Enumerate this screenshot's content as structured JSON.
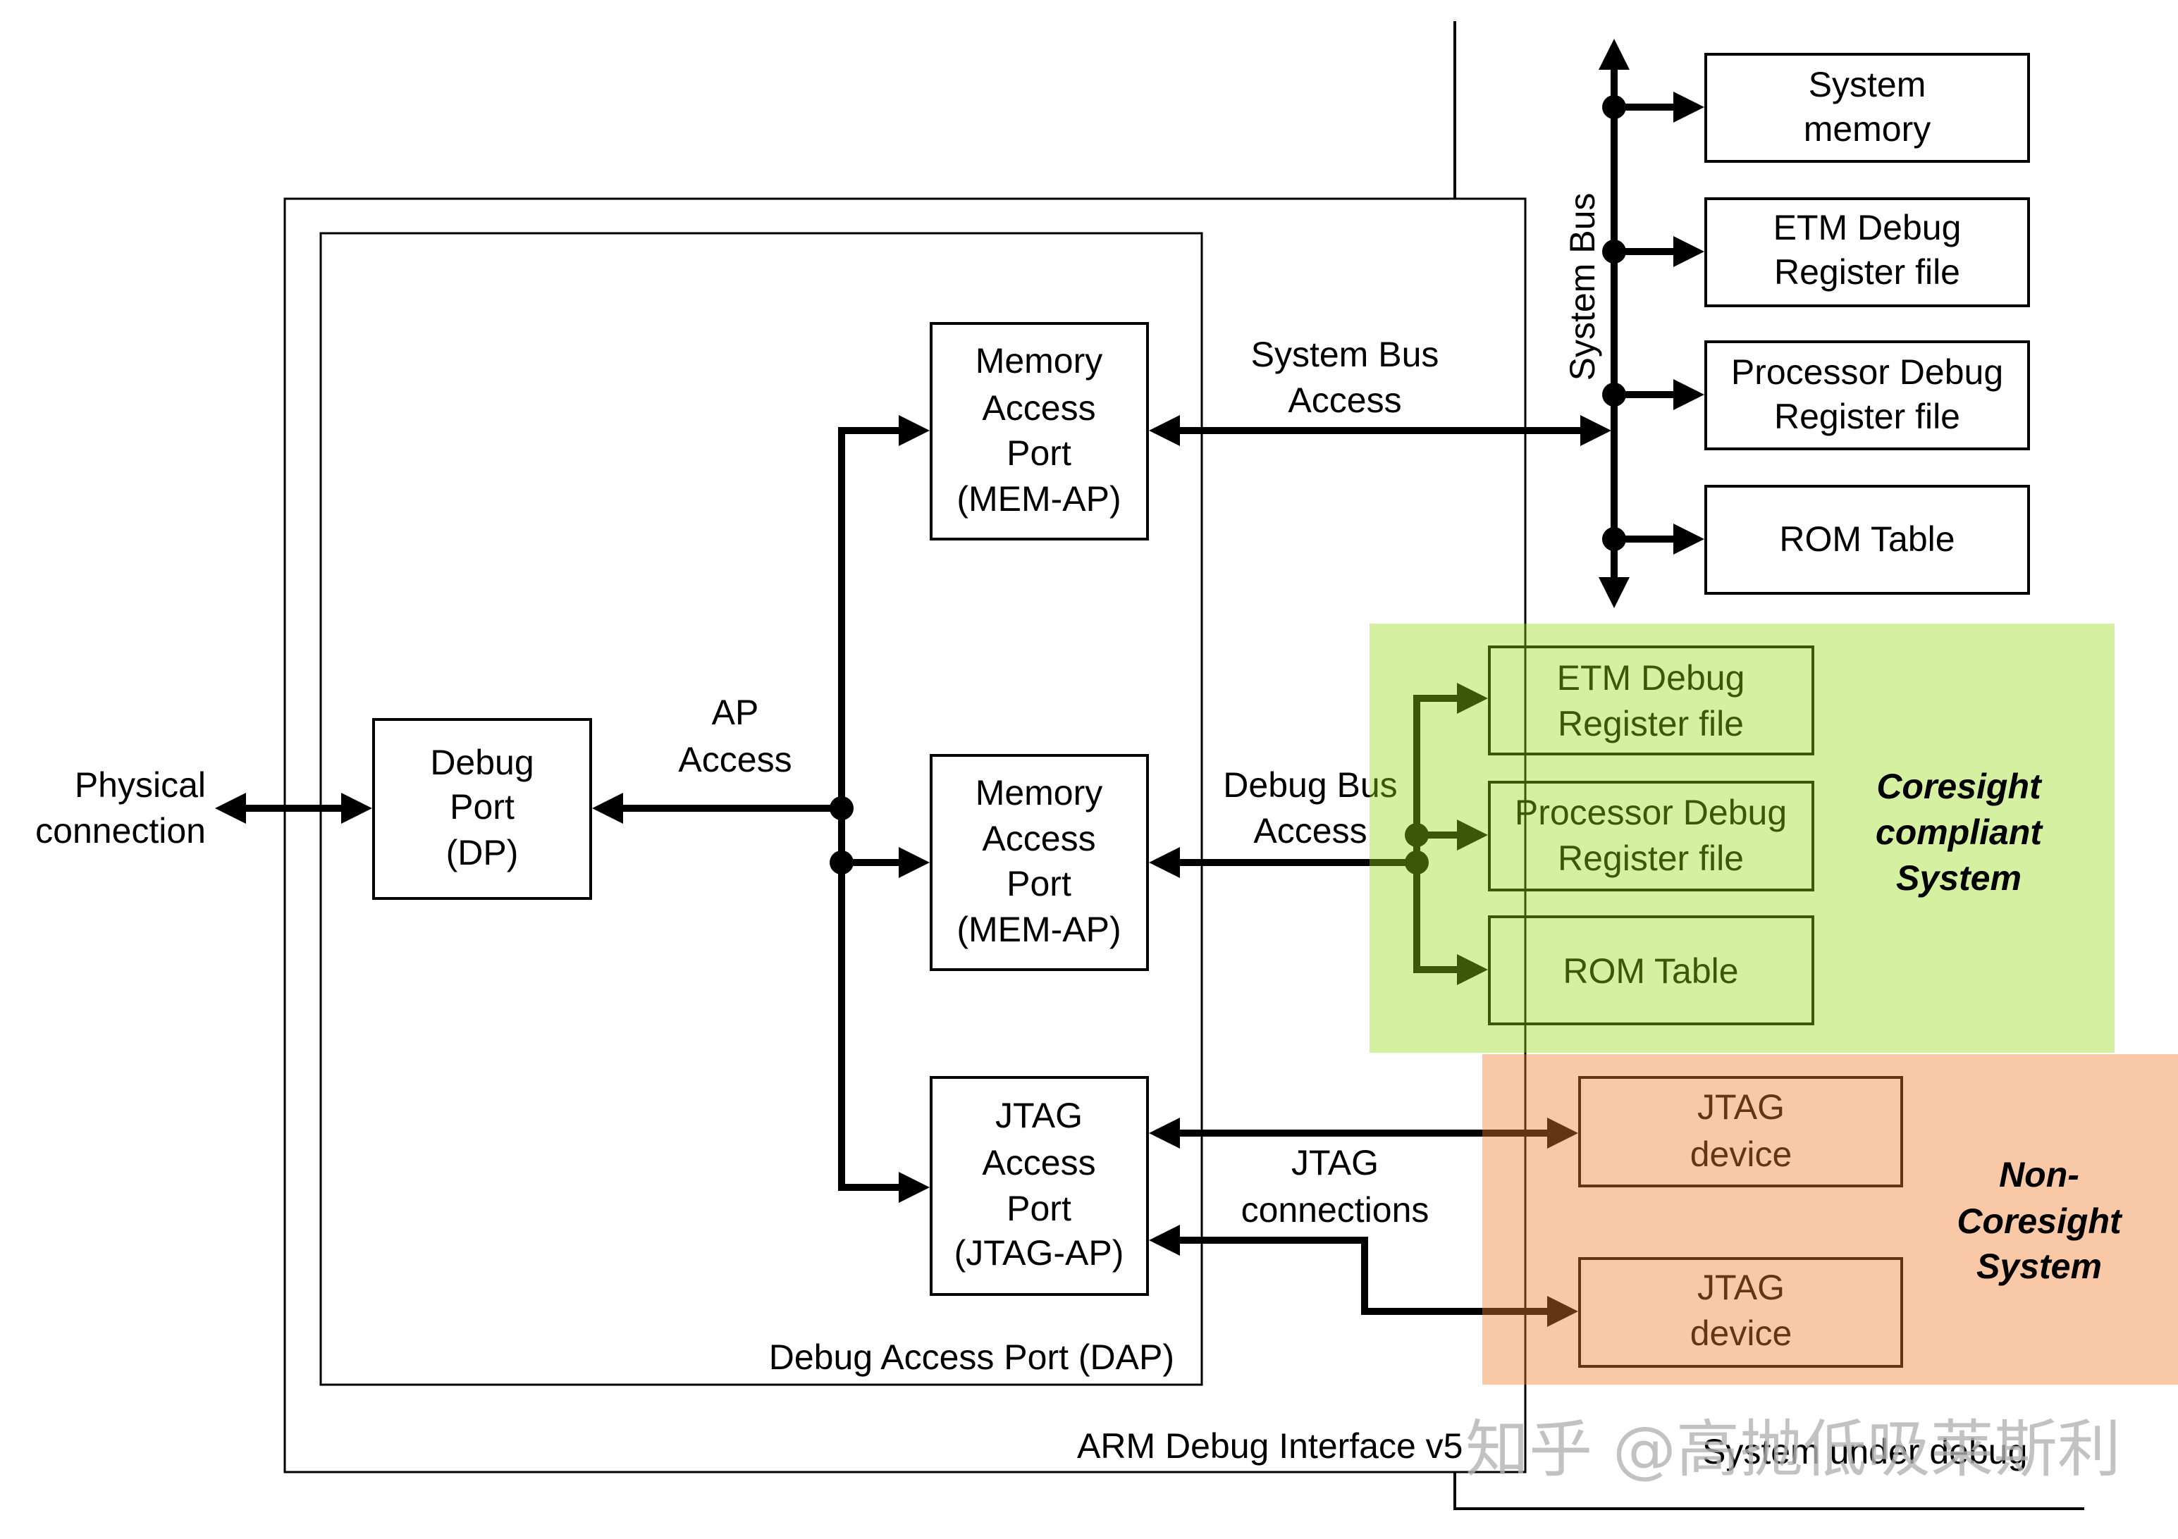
{
  "diagram": {
    "outer_frame_label": "ARM Debug Interface v5",
    "dap_label": "Debug Access Port (DAP)",
    "system_label": "System under debug",
    "physical_connection": {
      "lines": [
        "Physical",
        "connection"
      ]
    },
    "ap_access": {
      "lines": [
        "AP",
        "Access"
      ]
    },
    "debug_port": {
      "lines": [
        "Debug",
        "Port",
        "(DP)"
      ]
    },
    "mem_ap_system": {
      "lines": [
        "Memory",
        "Access",
        "Port",
        "(MEM-AP)"
      ]
    },
    "mem_ap_debug": {
      "lines": [
        "Memory",
        "Access",
        "Port",
        "(MEM-AP)"
      ]
    },
    "jtag_ap": {
      "lines": [
        "JTAG",
        "Access",
        "Port",
        "(JTAG-AP)"
      ]
    },
    "system_bus_access": {
      "lines": [
        "System Bus",
        "Access"
      ]
    },
    "debug_bus_access": {
      "lines": [
        "Debug Bus",
        "Access"
      ]
    },
    "jtag_connections": {
      "lines": [
        "JTAG",
        "connections"
      ]
    },
    "system_bus": "System Bus",
    "system_bus_targets": [
      {
        "lines": [
          "System",
          "memory"
        ]
      },
      {
        "lines": [
          "ETM Debug",
          "Register file"
        ]
      },
      {
        "lines": [
          "Processor Debug",
          "Register file"
        ]
      },
      {
        "lines": [
          "ROM Table"
        ]
      }
    ],
    "coresight_system": {
      "label": [
        "Coresight",
        "compliant",
        "System"
      ],
      "color": "#97d912",
      "components": [
        {
          "lines": [
            "ETM Debug",
            "Register file"
          ]
        },
        {
          "lines": [
            "Processor Debug",
            "Register file"
          ]
        },
        {
          "lines": [
            "ROM Table"
          ]
        }
      ]
    },
    "non_coresight_system": {
      "label": [
        "Non-",
        "Coresight",
        "System"
      ],
      "color": "#f07d2b",
      "devices": [
        {
          "lines": [
            "JTAG",
            "device"
          ]
        },
        {
          "lines": [
            "JTAG",
            "device"
          ]
        }
      ]
    }
  },
  "watermark": "知乎 @高抛低吸莱斯利"
}
